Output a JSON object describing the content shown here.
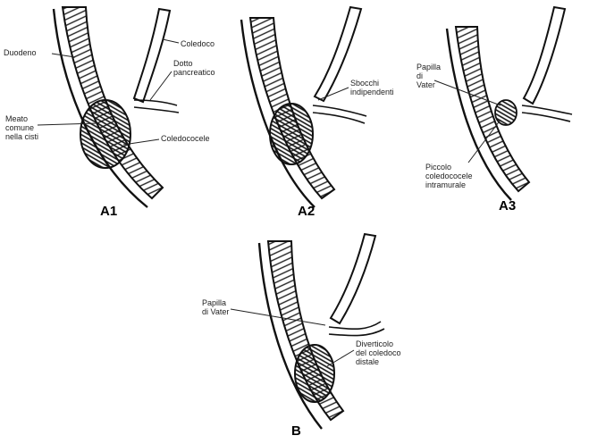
{
  "panels": [
    {
      "id": "A1",
      "title": "A1"
    },
    {
      "id": "A2",
      "title": "A2"
    },
    {
      "id": "A3",
      "title": "A3"
    },
    {
      "id": "B",
      "title": "B"
    }
  ],
  "labels": {
    "a1_duodeno": "Duodeno",
    "a1_coledoco_top": "Coledoco",
    "a1_dotto": "Dotto\npancreatico",
    "a1_meato": "Meato\ncomune\nnella cisti",
    "a1_coledococele": "Coledococele",
    "a2_sbocchi": "Sbocchi\nindipendenti",
    "a3_papilla": "Papilla\ndi\nVater",
    "a3_piccolo": "Piccolo\ncoledococele\nintramurale",
    "b_papilla": "Papilla\ndi Vater",
    "b_diverticolo": "Diverticolo\ndel coledoco\ndistale"
  },
  "colors": {
    "ink": "#111111",
    "wall": "#2a2a2a",
    "paper": "#ffffff"
  }
}
